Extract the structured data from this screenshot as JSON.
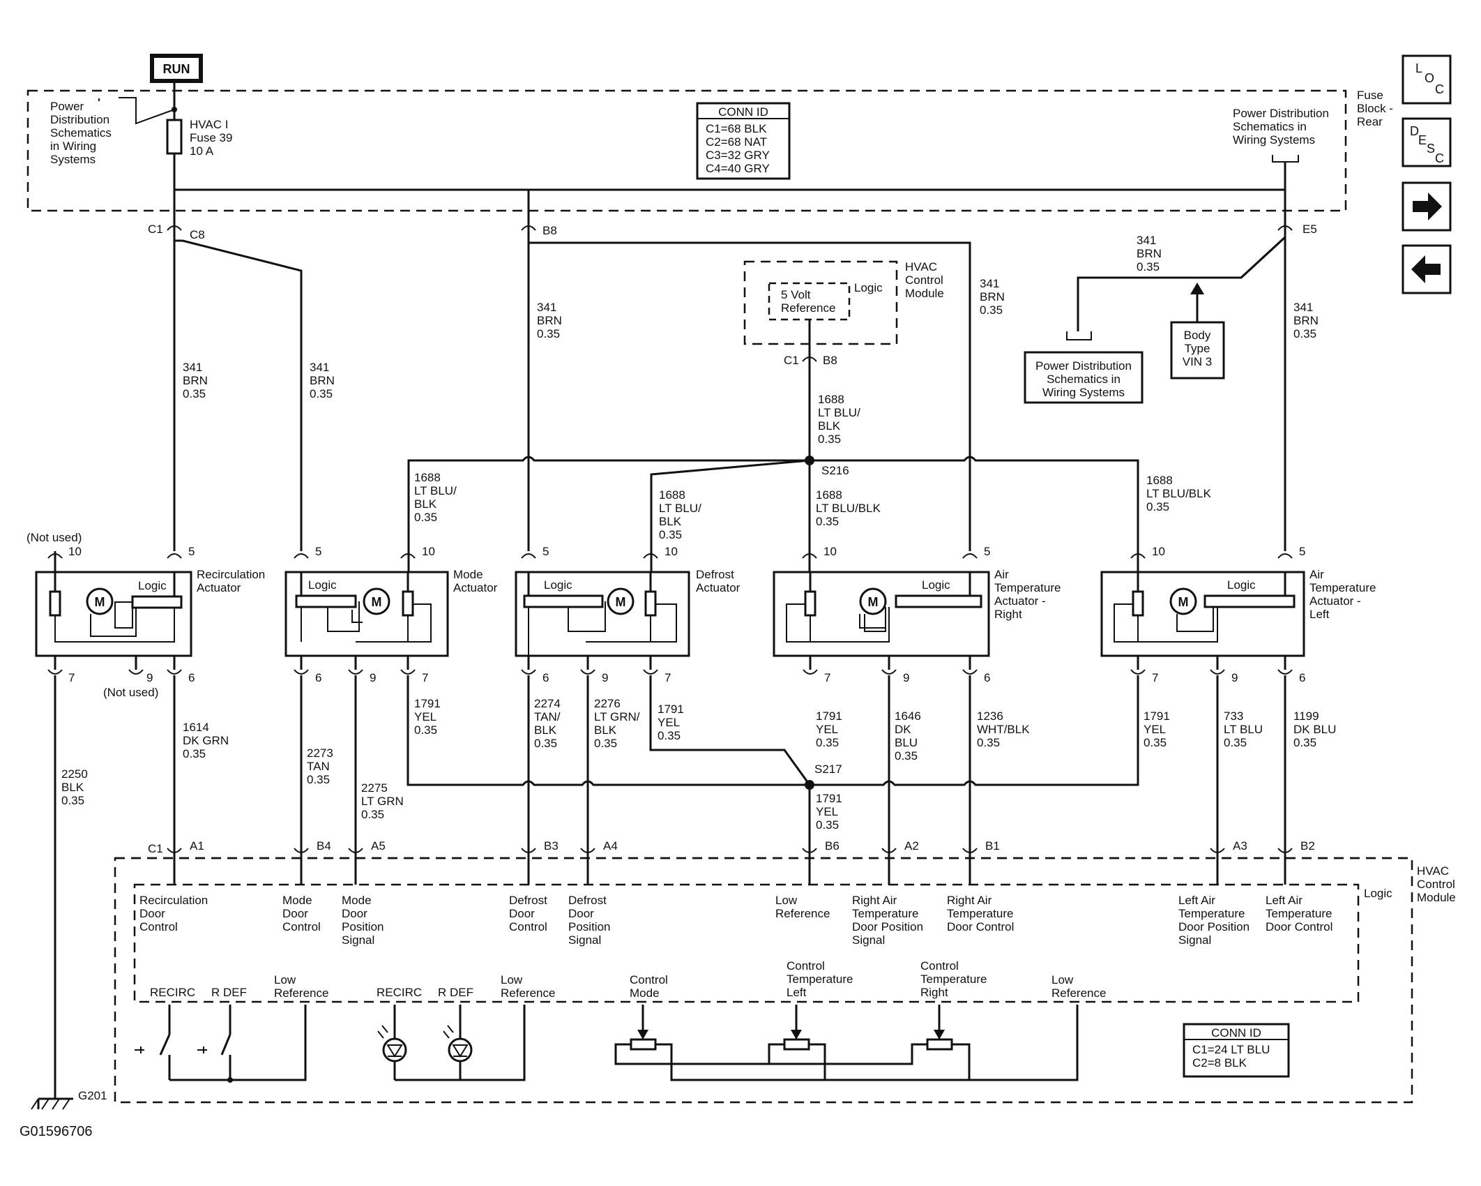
{
  "run": "RUN",
  "fuse": {
    "name": "HVAC I",
    "num": "Fuse 39",
    "amp": "10 A"
  },
  "pd_left": [
    "Power",
    "Distribution",
    "Schematics",
    "in Wiring",
    "Systems"
  ],
  "pd_right": [
    "Power Distribution",
    "Schematics in",
    "Wiring Systems"
  ],
  "fuse_block": [
    "Fuse",
    "Block -",
    "Rear"
  ],
  "conn_top": {
    "title": "CONN ID",
    "rows": [
      "C1=68 BLK",
      "C2=68 NAT",
      "C3=32 GRY",
      "C4=40 GRY"
    ]
  },
  "conn_bottom": {
    "title": "CONN ID",
    "rows": [
      "C1=24 LT BLU",
      "C2=8 BLK"
    ]
  },
  "nav": {
    "loc": [
      "L",
      "O",
      "C"
    ],
    "desc": [
      "D",
      "E",
      "S",
      "C"
    ],
    "next": "➡",
    "prev": "⬅"
  },
  "terms": {
    "c1": "C1",
    "c8": "C8",
    "b8": "B8",
    "e5": "E5",
    "c1b": "C1",
    "b8b": "B8",
    "c1c": "C1"
  },
  "hvac_top": [
    "HVAC",
    "Control",
    "Module"
  ],
  "logic": "Logic",
  "five_v": [
    "5 Volt",
    "Reference"
  ],
  "pd_mid": [
    "Power Distribution",
    "Schematics in",
    "Wiring Systems"
  ],
  "body_type": [
    "Body",
    "Type",
    "VIN 3"
  ],
  "wires": {
    "w341a": [
      "341",
      "BRN",
      "0.35"
    ],
    "w341b": [
      "341",
      "BRN",
      "0.35"
    ],
    "w341c": [
      "341",
      "BRN",
      "0.35"
    ],
    "w341d": [
      "341",
      "BRN",
      "0.35"
    ],
    "w341e": [
      "341",
      "BRN",
      "0.35"
    ],
    "w341f": [
      "341",
      "BRN",
      "0.35"
    ],
    "w1688a": [
      "1688",
      "LT BLU/",
      "BLK",
      "0.35"
    ],
    "w1688b": [
      "1688",
      "LT BLU/",
      "BLK",
      "0.35"
    ],
    "w1688c": [
      "1688",
      "LT BLU/",
      "BLK",
      "0.35"
    ],
    "w1688d": [
      "1688",
      "LT BLU/BLK",
      "0.35"
    ],
    "w1688e": [
      "1688",
      "LT BLU/BLK",
      "0.35"
    ],
    "w1614": [
      "1614",
      "DK GRN",
      "0.35"
    ],
    "w2273": [
      "2273",
      "TAN",
      "0.35"
    ],
    "w2275": [
      "2275",
      "LT GRN",
      "0.35"
    ],
    "w1791a": [
      "1791",
      "YEL",
      "0.35"
    ],
    "w2274": [
      "2274",
      "TAN/",
      "BLK",
      "0.35"
    ],
    "w2276": [
      "2276",
      "LT GRN/",
      "BLK",
      "0.35"
    ],
    "w1791b": [
      "1791",
      "YEL",
      "0.35"
    ],
    "w1791c": [
      "1791",
      "YEL",
      "0.35"
    ],
    "w1646": [
      "1646",
      "DK",
      "BLU",
      "0.35"
    ],
    "w1236": [
      "1236",
      "WHT/BLK",
      "0.35"
    ],
    "w1791d": [
      "1791",
      "YEL",
      "0.35"
    ],
    "w733": [
      "733",
      "LT BLU",
      "0.35"
    ],
    "w1199": [
      "1199",
      "DK BLU",
      "0.35"
    ],
    "w1791e": [
      "1791",
      "YEL",
      "0.35"
    ],
    "w2250": [
      "2250",
      "BLK",
      "0.35"
    ]
  },
  "splices": {
    "s216": "S216",
    "s217": "S217"
  },
  "not_used": "(Not used)",
  "actuators": {
    "recirc": [
      "Recirculation",
      "Actuator"
    ],
    "mode": [
      "Mode",
      "Actuator"
    ],
    "defrost": [
      "Defrost",
      "Actuator"
    ],
    "right": [
      "Air",
      "Temperature",
      "Actuator -",
      "Right"
    ],
    "left": [
      "Air",
      "Temperature",
      "Actuator -",
      "Left"
    ]
  },
  "pins": [
    "10",
    "5",
    "7",
    "9",
    "6",
    "5",
    "10",
    "6",
    "9",
    "7",
    "5",
    "10",
    "6",
    "9",
    "7",
    "10",
    "5",
    "7",
    "9",
    "6",
    "10",
    "5",
    "7",
    "9",
    "6"
  ],
  "bottom_terms": [
    "A1",
    "B4",
    "A5",
    "B3",
    "A4",
    "B6",
    "A2",
    "B1",
    "A3",
    "B2"
  ],
  "hvac_bottom": [
    "HVAC",
    "Control",
    "Module"
  ],
  "signals": {
    "s1": [
      "Recirculation",
      "Door",
      "Control"
    ],
    "s2": [
      "Mode",
      "Door",
      "Control"
    ],
    "s3": [
      "Mode",
      "Door",
      "Position",
      "Signal"
    ],
    "s4": [
      "Defrost",
      "Door",
      "Control"
    ],
    "s5": [
      "Defrost",
      "Door",
      "Position",
      "Signal"
    ],
    "s6": [
      "Low",
      "Reference"
    ],
    "s7": [
      "Right Air",
      "Temperature",
      "Door Position",
      "Signal"
    ],
    "s8": [
      "Right Air",
      "Temperature",
      "Door Control"
    ],
    "s9": [
      "Left Air",
      "Temperature",
      "Door Position",
      "Signal"
    ],
    "s10": [
      "Left Air",
      "Temperature",
      "Door Control"
    ]
  },
  "switches": {
    "recirc": "RECIRC",
    "rdef": "R DEF",
    "low": [
      "Low",
      "Reference"
    ]
  },
  "controls": {
    "mode": [
      "Control",
      "Mode"
    ],
    "left": [
      "Control",
      "Temperature",
      "Left"
    ],
    "right": [
      "Control",
      "Temperature",
      "Right"
    ],
    "low": [
      "Low",
      "Reference"
    ]
  },
  "motor": "M",
  "ground": "G201",
  "figure_id": "G01596706"
}
